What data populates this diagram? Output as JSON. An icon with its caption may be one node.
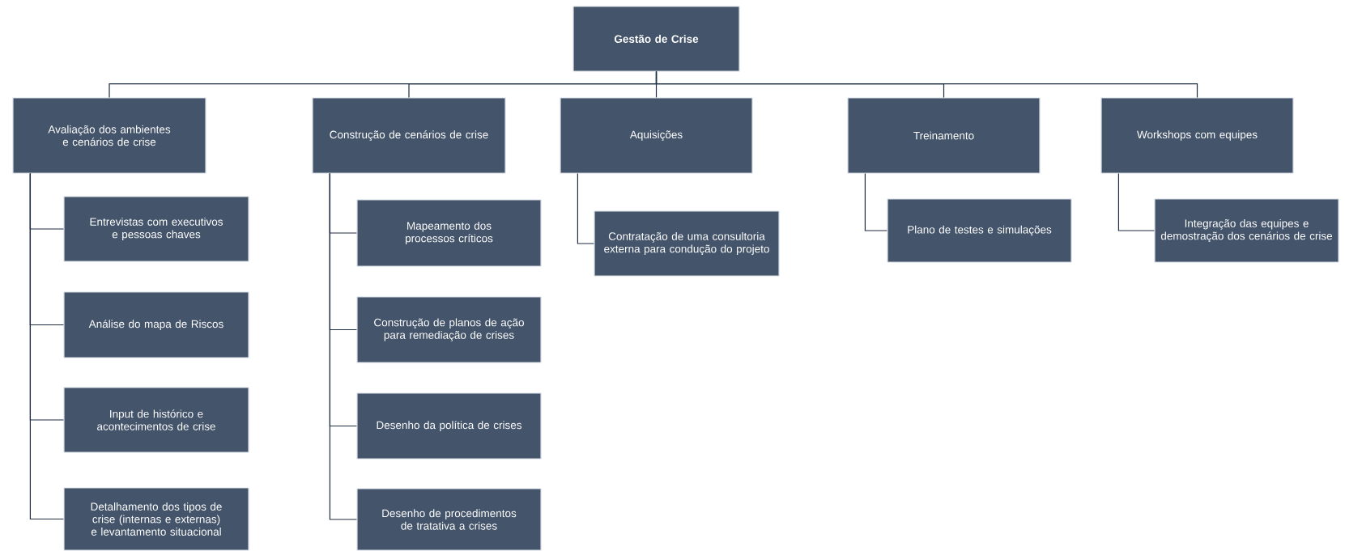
{
  "diagram": {
    "nodes": [
      {
        "text": [
          "Gestão de Crise"
        ]
      },
      {
        "text": [
          "Avaliação dos ambientes e cenários de crise"
        ]
      },
      {
        "text": [
          "Construção de cenários de crise"
        ]
      },
      {
        "text": [
          "Aquisições"
        ]
      },
      {
        "text": [
          "Treinamento"
        ]
      },
      {
        "text": [
          "Workshops com equipes"
        ]
      },
      {
        "text": [
          "Entrevistas com executivos e pessoas chaves"
        ]
      },
      {
        "text": [
          "Análise do mapa de Riscos"
        ]
      },
      {
        "text": [
          "Input de histórico e acontecimentos de crise"
        ]
      },
      {
        "text": [
          "Detalhamento dos tipos de crise (internas e externas) e levantamento situacional"
        ]
      },
      {
        "text": [
          "Mapeamento dos processos críticos"
        ]
      },
      {
        "text": [
          "Construção de planos de ação para remediação de crises"
        ]
      },
      {
        "text": [
          "Desenho da política de crises"
        ]
      },
      {
        "text": [
          "Desenho de procedimentos de tratativa a crises"
        ]
      },
      {
        "text": [
          "Contratação de uma consultoria externa para condução do projeto"
        ]
      },
      {
        "text": [
          "Plano de testes e simulações"
        ]
      },
      {
        "text": [
          "Integração das equipes e demostração dos cenários de crise"
        ]
      }
    ],
    "edges": [
      {
        "from": 0,
        "to": 1,
        "arrow": "none"
      },
      {
        "from": 0,
        "to": 2,
        "arrow": "none"
      },
      {
        "from": 0,
        "to": 3,
        "arrow": "none"
      },
      {
        "from": 0,
        "to": 4,
        "arrow": "none"
      },
      {
        "from": 0,
        "to": 5,
        "arrow": "none"
      },
      {
        "from": 1,
        "to": 6,
        "arrow": "none"
      },
      {
        "from": 1,
        "to": 7,
        "arrow": "none"
      },
      {
        "from": 1,
        "to": 8,
        "arrow": "none"
      },
      {
        "from": 1,
        "to": 9,
        "arrow": "none"
      },
      {
        "from": 2,
        "to": 10,
        "arrow": "none"
      },
      {
        "from": 2,
        "to": 11,
        "arrow": "none"
      },
      {
        "from": 2,
        "to": 12,
        "arrow": "none"
      },
      {
        "from": 2,
        "to": 13,
        "arrow": "none"
      },
      {
        "from": 3,
        "to": 14,
        "arrow": "none"
      },
      {
        "from": 4,
        "to": 15,
        "arrow": "none"
      },
      {
        "from": 5,
        "to": 16,
        "arrow": "none"
      }
    ]
  }
}
